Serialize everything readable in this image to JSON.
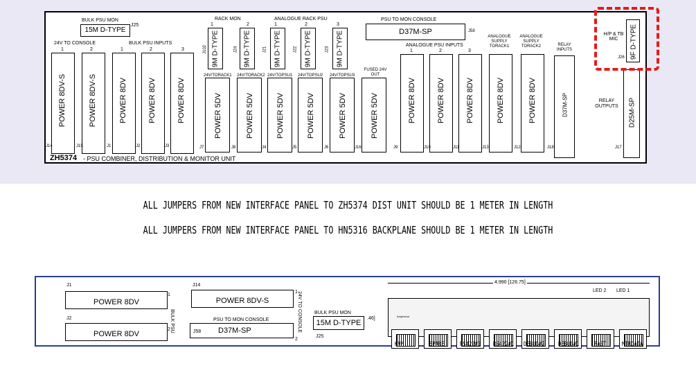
{
  "top": {
    "title": "ZH5374",
    "subtitle": "- PSU COMBINER, DISTRIBUTION & MONITOR UNIT",
    "bulk_psu_mon": {
      "group": "BULK PSU MON",
      "type": "15M D-TYPE",
      "ref": "J25"
    },
    "console_24v": {
      "group": "24V TO CONSOLE",
      "pins": [
        "1",
        "2"
      ],
      "types": [
        "POWER 8DV-S",
        "POWER 8DV-S"
      ],
      "refs": [
        "J14",
        "J15"
      ]
    },
    "bulk_psu_inputs": {
      "group": "BULK PSU INPUTS",
      "pins": [
        "1",
        "2",
        "3"
      ],
      "types": [
        "POWER 8DV",
        "POWER 8DV",
        "POWER 8DV"
      ],
      "refs": [
        "J1",
        "J2",
        "J3"
      ]
    },
    "rack_mon": {
      "group": "RACK MON",
      "pins": [
        "1",
        "2"
      ],
      "types": [
        "9M D-TYPE",
        "9M D-TYPE"
      ],
      "refs": [
        "J102",
        "J24"
      ]
    },
    "analogue_rack_psu": {
      "group": "ANALOGUE RACK PSU",
      "pins": [
        "1",
        "2",
        "3"
      ],
      "types": [
        "9M D-TYPE",
        "9M D-TYPE",
        "9M D-TYPE"
      ],
      "refs": [
        "J21",
        "J22",
        "J23"
      ]
    },
    "psu_to_mon_console": {
      "group": "PSU TO MON CONSOLE",
      "type": "D37M-SP",
      "ref": "J58"
    },
    "power5dv": {
      "labels": [
        "24V/TORACK1",
        "24V/TORACK2",
        "24V/TOPSU1",
        "24V/TOPSU2",
        "24V/TOPSU3",
        "FUSED 24V OUT"
      ],
      "type": "POWER 5DV",
      "refs": [
        "J7",
        "J8",
        "J4",
        "J5",
        "J6",
        "J16"
      ]
    },
    "analogue_psu_inputs": {
      "group": "ANALOGUE PSU INPUTS",
      "pins": [
        "1",
        "2",
        "3"
      ],
      "types": [
        "POWER 8DV",
        "POWER 8DV",
        "POWER 8DV"
      ],
      "refs": [
        "J9",
        "J10",
        "J11"
      ]
    },
    "analogue_supply_rack1": {
      "group": "ANALOGUE SUPPLY TORACK1",
      "type": "POWER 8DV",
      "ref": "J13"
    },
    "analogue_supply_rack2": {
      "group": "ANALOGUE SUPPLY TORACK2",
      "type": "POWER 8DV",
      "ref": "J12"
    },
    "relay_inputs": {
      "group": "RELAY INPUTS",
      "type": "D37M-SP",
      "ref": "J18"
    },
    "hp_tb_mic": {
      "group": "H/P & TB MIC",
      "type": "9F D-TYPE",
      "ref": "J26"
    },
    "relay_outputs": {
      "group": "RELAY OUTPUTS",
      "type": "D25M-SP",
      "ref": "J17"
    }
  },
  "notes": [
    "ALL JUMPERS FROM NEW INTERFACE PANEL TO ZH5374 DIST UNIT SHOULD BE 1 METER IN LENGTH",
    "ALL JUMPERS FROM NEW INTERFACE PANEL TO HN5316 BACKPLANE SHOULD BE 1 METER IN LENGTH"
  ],
  "bottom": {
    "j1": {
      "ref": "J1",
      "type": "POWER 8DV"
    },
    "j2": {
      "ref": "J2",
      "type": "POWER 8DV"
    },
    "bulk_psu": {
      "label": "BULK PSU",
      "pins": [
        "1",
        "2"
      ]
    },
    "j14": {
      "ref": "J14",
      "type": "POWER 8DV-S"
    },
    "console_24v": {
      "label": "24V TO CONSOLE",
      "pins": [
        "1",
        "2"
      ]
    },
    "psu_to_mon_console": {
      "group": "PSU TO MON CONSOLE",
      "type": "D37M-SP",
      "ref": "J58"
    },
    "bulk_psu_mon": {
      "group": "BULK PSU MON",
      "type": "15M D-TYPE",
      "ref": "J25"
    },
    "dimension": "4.990 [126.75]",
    "dim_side": ".46]",
    "leds": [
      "LED 2",
      "LED 1"
    ],
    "jack_brand": "Amphenol",
    "ports": [
      "KVM",
      "SPARE",
      "RS422#2",
      "RS422#1",
      "DEBUG#2",
      "DEBUG#1",
      "FAST",
      "MTRDATA"
    ]
  },
  "colors": {
    "highlight": "#e31b1b",
    "frame": "#2a3f8f",
    "band": "#e9e8f4"
  }
}
